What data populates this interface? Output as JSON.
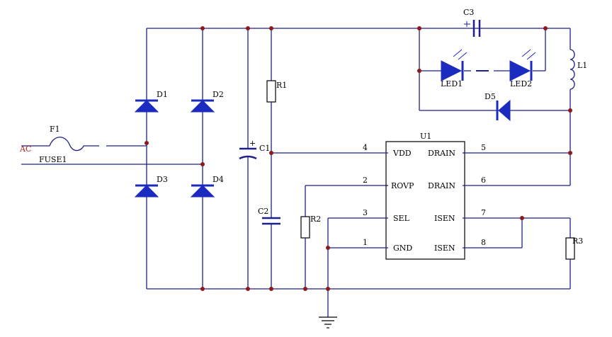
{
  "components": {
    "F1": "F1",
    "AC": "AC",
    "FUSE1": "FUSE1",
    "D1": "D1",
    "D2": "D2",
    "D3": "D3",
    "D4": "D4",
    "R1": "R1",
    "C1": "C1",
    "C2": "C2",
    "R2": "R2",
    "C3": "C3",
    "LED1": "LED1",
    "LED2": "LED2",
    "L1": "L1",
    "D5": "D5",
    "U1": "U1",
    "R3": "R3"
  },
  "ic": {
    "pins_left": [
      {
        "num": "4",
        "name": "VDD"
      },
      {
        "num": "2",
        "name": "ROVP"
      },
      {
        "num": "3",
        "name": "SEL"
      },
      {
        "num": "1",
        "name": "GND"
      }
    ],
    "pins_right": [
      {
        "num": "5",
        "name": "DRAIN"
      },
      {
        "num": "6",
        "name": "DRAIN"
      },
      {
        "num": "7",
        "name": "ISEN"
      },
      {
        "num": "8",
        "name": "ISEN"
      }
    ]
  },
  "colors": {
    "wire": "#1f1f8c",
    "diode": "#1c2bbf",
    "junction": "#8b1a1a",
    "ac_label": "#b22222"
  }
}
